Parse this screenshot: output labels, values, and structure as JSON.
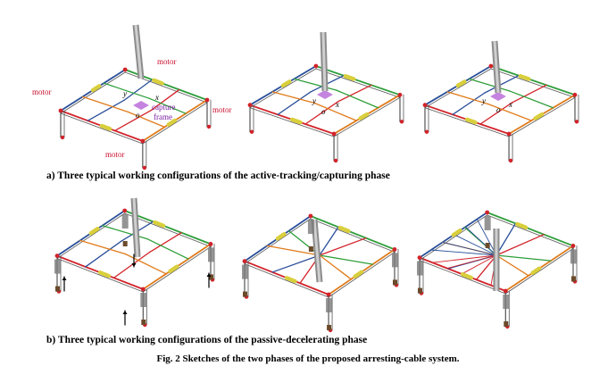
{
  "labels": {
    "motor": "motor",
    "capture_frame_line1": "capture",
    "capture_frame_line2": "frame",
    "axis_x": "x",
    "axis_y": "y",
    "axis_o": "o"
  },
  "captions": {
    "phase_a": "a) Three typical working configurations of the active-tracking/capturing phase",
    "phase_b": "b) Three typical working configurations of the passive-decelerating phase",
    "figure": "Fig. 2    Sketches of the two phases of the proposed arresting-cable system."
  },
  "colors": {
    "cable_green": "#2e9e3a",
    "cable_red": "#d2232a",
    "cable_orange": "#e07b1a",
    "cable_blue": "#2a4f9a",
    "frame_gray": "#555555",
    "yellow_block": "#d9cf3c",
    "capture_frame": "#b15ad6",
    "label_red": "#c8102e",
    "label_purple": "#7a1fa2"
  }
}
